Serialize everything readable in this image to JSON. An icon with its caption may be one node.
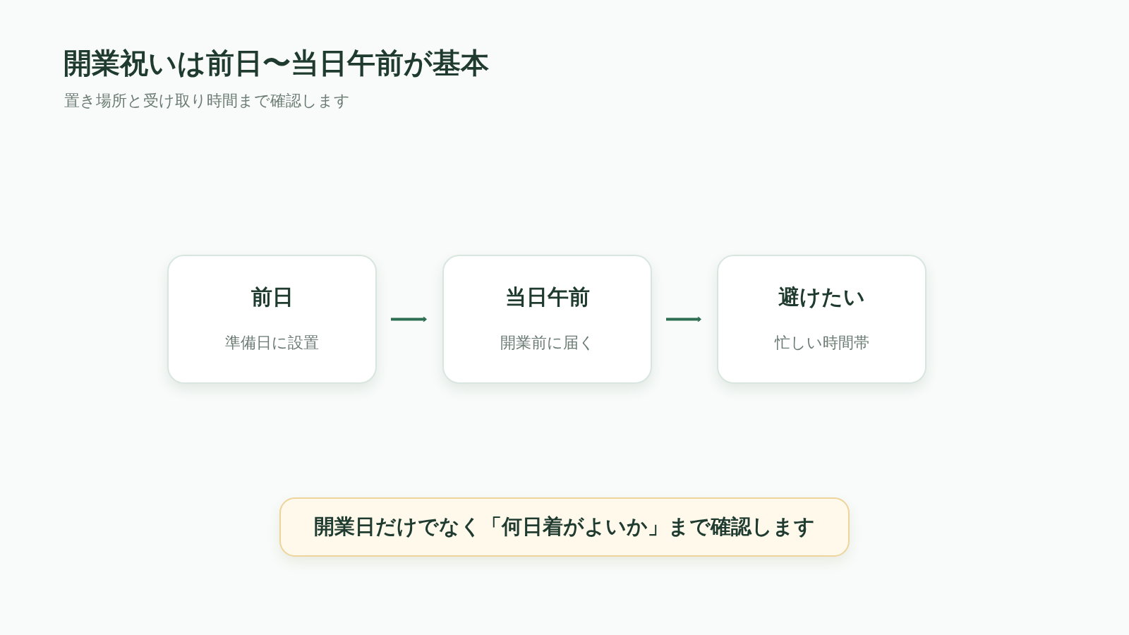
{
  "diagram": {
    "title": "開業祝いは前日〜当日午前が基本",
    "nodes": [
      {
        "text": [
          "前日",
          "準備日に設置"
        ]
      },
      {
        "text": [
          "当日午前",
          "開業前に届く"
        ]
      },
      {
        "text": [
          "避けたい",
          "忙しい時間帯"
        ]
      },
      {
        "text": [
          "開業日だけでなく「何日着がよいか」まで確認します"
        ]
      }
    ],
    "edges": [
      {
        "from": 0,
        "to": 1,
        "arrow": "to"
      },
      {
        "from": 1,
        "to": 2,
        "arrow": "to"
      }
    ],
    "labels": [
      "置き場所と受け取り時間まで確認します"
    ]
  }
}
